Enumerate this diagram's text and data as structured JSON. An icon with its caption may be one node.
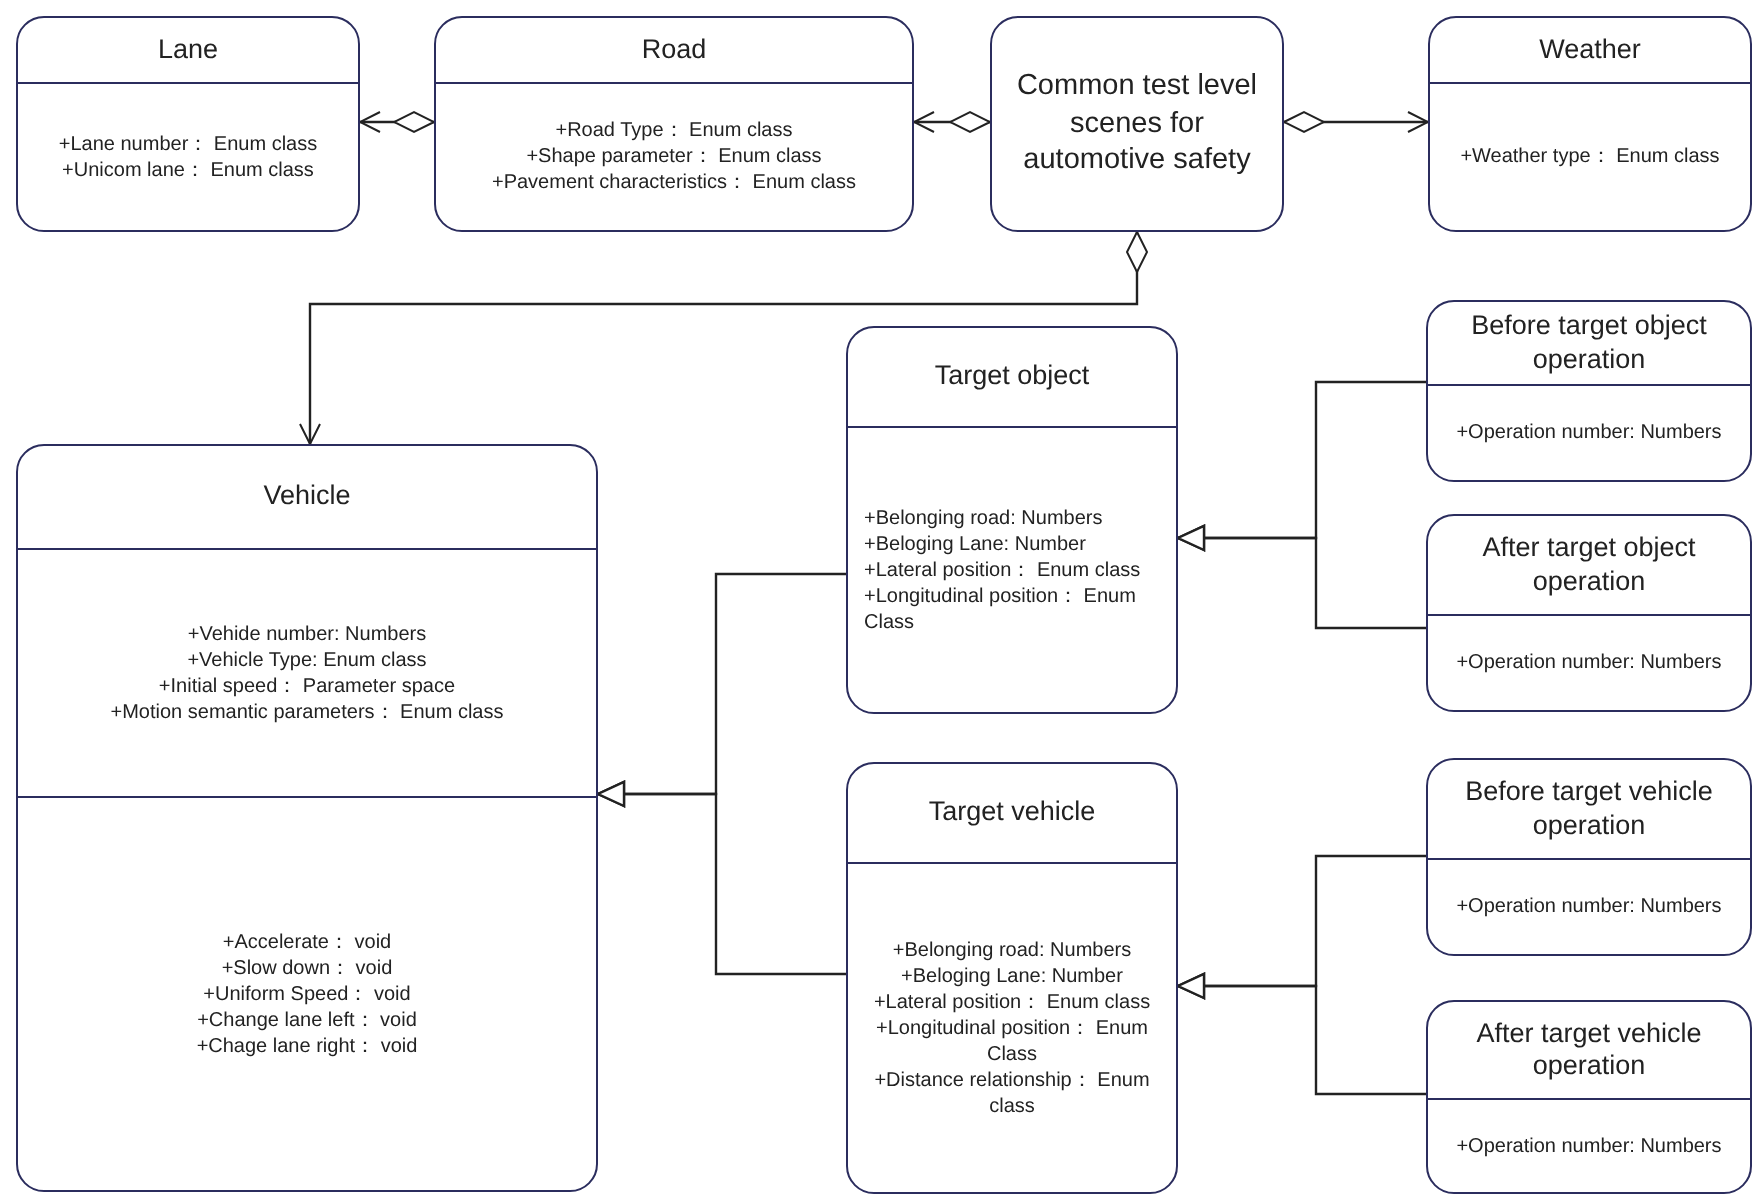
{
  "diagram": {
    "nodes": [
      {
        "text": [
          "Lane",
          "+Lane number： Enum class",
          "+Unicom lane： Enum class"
        ]
      },
      {
        "text": [
          "Road",
          "+Road Type： Enum class",
          "+Shape parameter： Enum class",
          "+Pavement characteristics： Enum class"
        ]
      },
      {
        "text": [
          "Common test level scenes for automotive safety"
        ]
      },
      {
        "text": [
          "Weather",
          "+Weather type： Enum class"
        ]
      },
      {
        "text": [
          "Vehicle",
          "+Vehide number: Numbers",
          "+Vehicle Type: Enum class",
          "+Initial speed： Parameter space",
          "+Motion semantic parameters： Enum class",
          "+Accelerate： void",
          "+Slow down： void",
          "+Uniform Speed： void",
          "+Change lane left： void",
          "+Chage lane right： void"
        ]
      },
      {
        "text": [
          "Target object",
          "+Belonging road: Numbers",
          "+Beloging Lane: Number",
          "+Lateral position： Enum class",
          "+Longitudinal position： Enum Class"
        ]
      },
      {
        "text": [
          "Before target object operation",
          "+Operation number: Numbers"
        ]
      },
      {
        "text": [
          "After target object operation",
          "+Operation number: Numbers"
        ]
      },
      {
        "text": [
          "Target vehicle",
          "+Belonging road: Numbers",
          "+Beloging Lane: Number",
          "+Lateral position： Enum class",
          "+Longitudinal position： Enum Class",
          "+Distance relationship： Enum class"
        ]
      },
      {
        "text": [
          "Before target vehicle operation",
          "+Operation number: Numbers"
        ]
      },
      {
        "text": [
          "After target vehicle operation",
          "+Operation number: Numbers"
        ]
      }
    ],
    "edges": [
      {
        "from": 1,
        "to": 0,
        "arrow": "to"
      },
      {
        "from": 2,
        "to": 1,
        "arrow": "to"
      },
      {
        "from": 2,
        "to": 3,
        "arrow": "to"
      },
      {
        "from": 2,
        "to": 4,
        "arrow": "to"
      },
      {
        "from": 5,
        "to": 4,
        "arrow": "to"
      },
      {
        "from": 8,
        "to": 4,
        "arrow": "to"
      },
      {
        "from": 6,
        "to": 5,
        "arrow": "to"
      },
      {
        "from": 7,
        "to": 5,
        "arrow": "to"
      },
      {
        "from": 9,
        "to": 8,
        "arrow": "to"
      },
      {
        "from": 10,
        "to": 8,
        "arrow": "to"
      }
    ]
  }
}
